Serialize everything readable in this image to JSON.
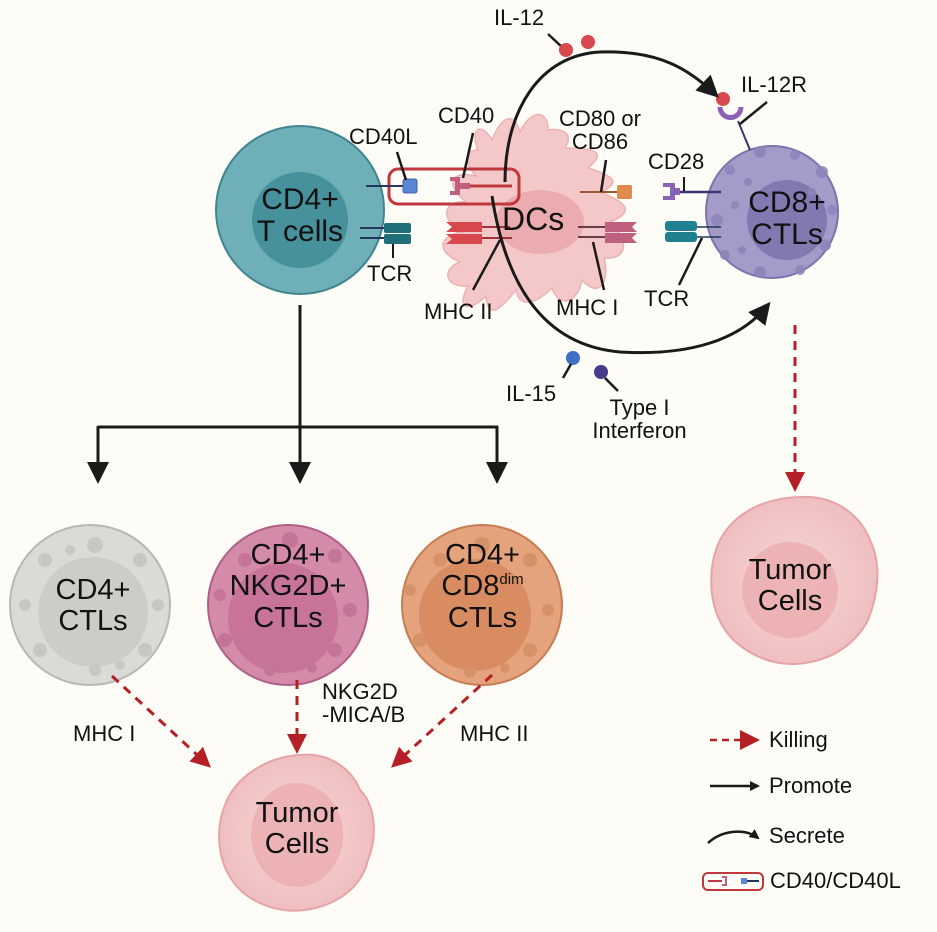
{
  "figure": {
    "title": "CD4+ T cells, dendritic cells and cytotoxic T lymphocytes in tumor killing"
  },
  "colors": {
    "background": "#fdfcf6",
    "cd4_t_cell_outer": "#6fb0b8",
    "cd4_t_cell_inner": "#3f8c96",
    "cd8_ctl_outer": "#a59bc9",
    "cd8_ctl_inner": "#8379b1",
    "cd4_ctl_grey": "#dadad6",
    "nkg2d_ctl_pink": "#d48aa9",
    "cd8dim_ctl_orange": "#e4a27d",
    "dc_pink": "#f4c8c8",
    "tumor_pink": "#f5c9c9",
    "killing_red": "#b42025",
    "promote_black": "#1a1a1a",
    "il12_red": "#d9474f",
    "il15_blue": "#3d6fc4",
    "type1_ifn_purple": "#4a3a8a",
    "tcr_teal": "#1f6e7a",
    "cd40l_blue": "#5b86d6",
    "cd80_orange": "#e08a4e",
    "cd28_purple": "#8a63b8",
    "mhc_red": "#d9474f",
    "mhc1_pink": "#c06080"
  },
  "cells": {
    "cd4_t": {
      "line1": "CD4+",
      "line2": "T cells"
    },
    "dc": {
      "label": "DCs"
    },
    "cd8_ctl": {
      "line1": "CD8+",
      "line2": "CTLs"
    },
    "cd4_ctl": {
      "line1": "CD4+",
      "line2": "CTLs"
    },
    "nkg2d_ctl": {
      "line1": "CD4+",
      "line2": "NKG2D+",
      "line3": "CTLs"
    },
    "cd8dim_ctl": {
      "line1": "CD4+",
      "line2_base": "CD8",
      "line2_sup": "dim",
      "line3": "CTLs"
    },
    "tumor_left": {
      "line1": "Tumor",
      "line2": "Cells"
    },
    "tumor_right": {
      "line1": "Tumor",
      "line2": "Cells"
    }
  },
  "molecules": {
    "il12": "IL-12",
    "il12r": "IL-12R",
    "cd40l": "CD40L",
    "cd40": "CD40",
    "cd80_line1": "CD80 or",
    "cd80_line2": "CD86",
    "cd28": "CD28",
    "tcr_left": "TCR",
    "tcr_right": "TCR",
    "mhc2_top": "MHC II",
    "mhc1_top": "MHC I",
    "il15": "IL-15",
    "type1_ifn_line1": "Type I",
    "type1_ifn_line2": "Interferon"
  },
  "killing_labels": {
    "mhc1": "MHC I",
    "nkg2d_line1": "NKG2D",
    "nkg2d_line2": "-MICA/B",
    "mhc2": "MHC II"
  },
  "legend": {
    "items": [
      {
        "label": "Killing",
        "icon": "dashed-red-arrow"
      },
      {
        "label": "Promote",
        "icon": "solid-black-arrow"
      },
      {
        "label": "Secrete",
        "icon": "curved-black-arrow"
      },
      {
        "label": "CD40/CD40L",
        "icon": "cd40-cd40l-box"
      }
    ]
  }
}
